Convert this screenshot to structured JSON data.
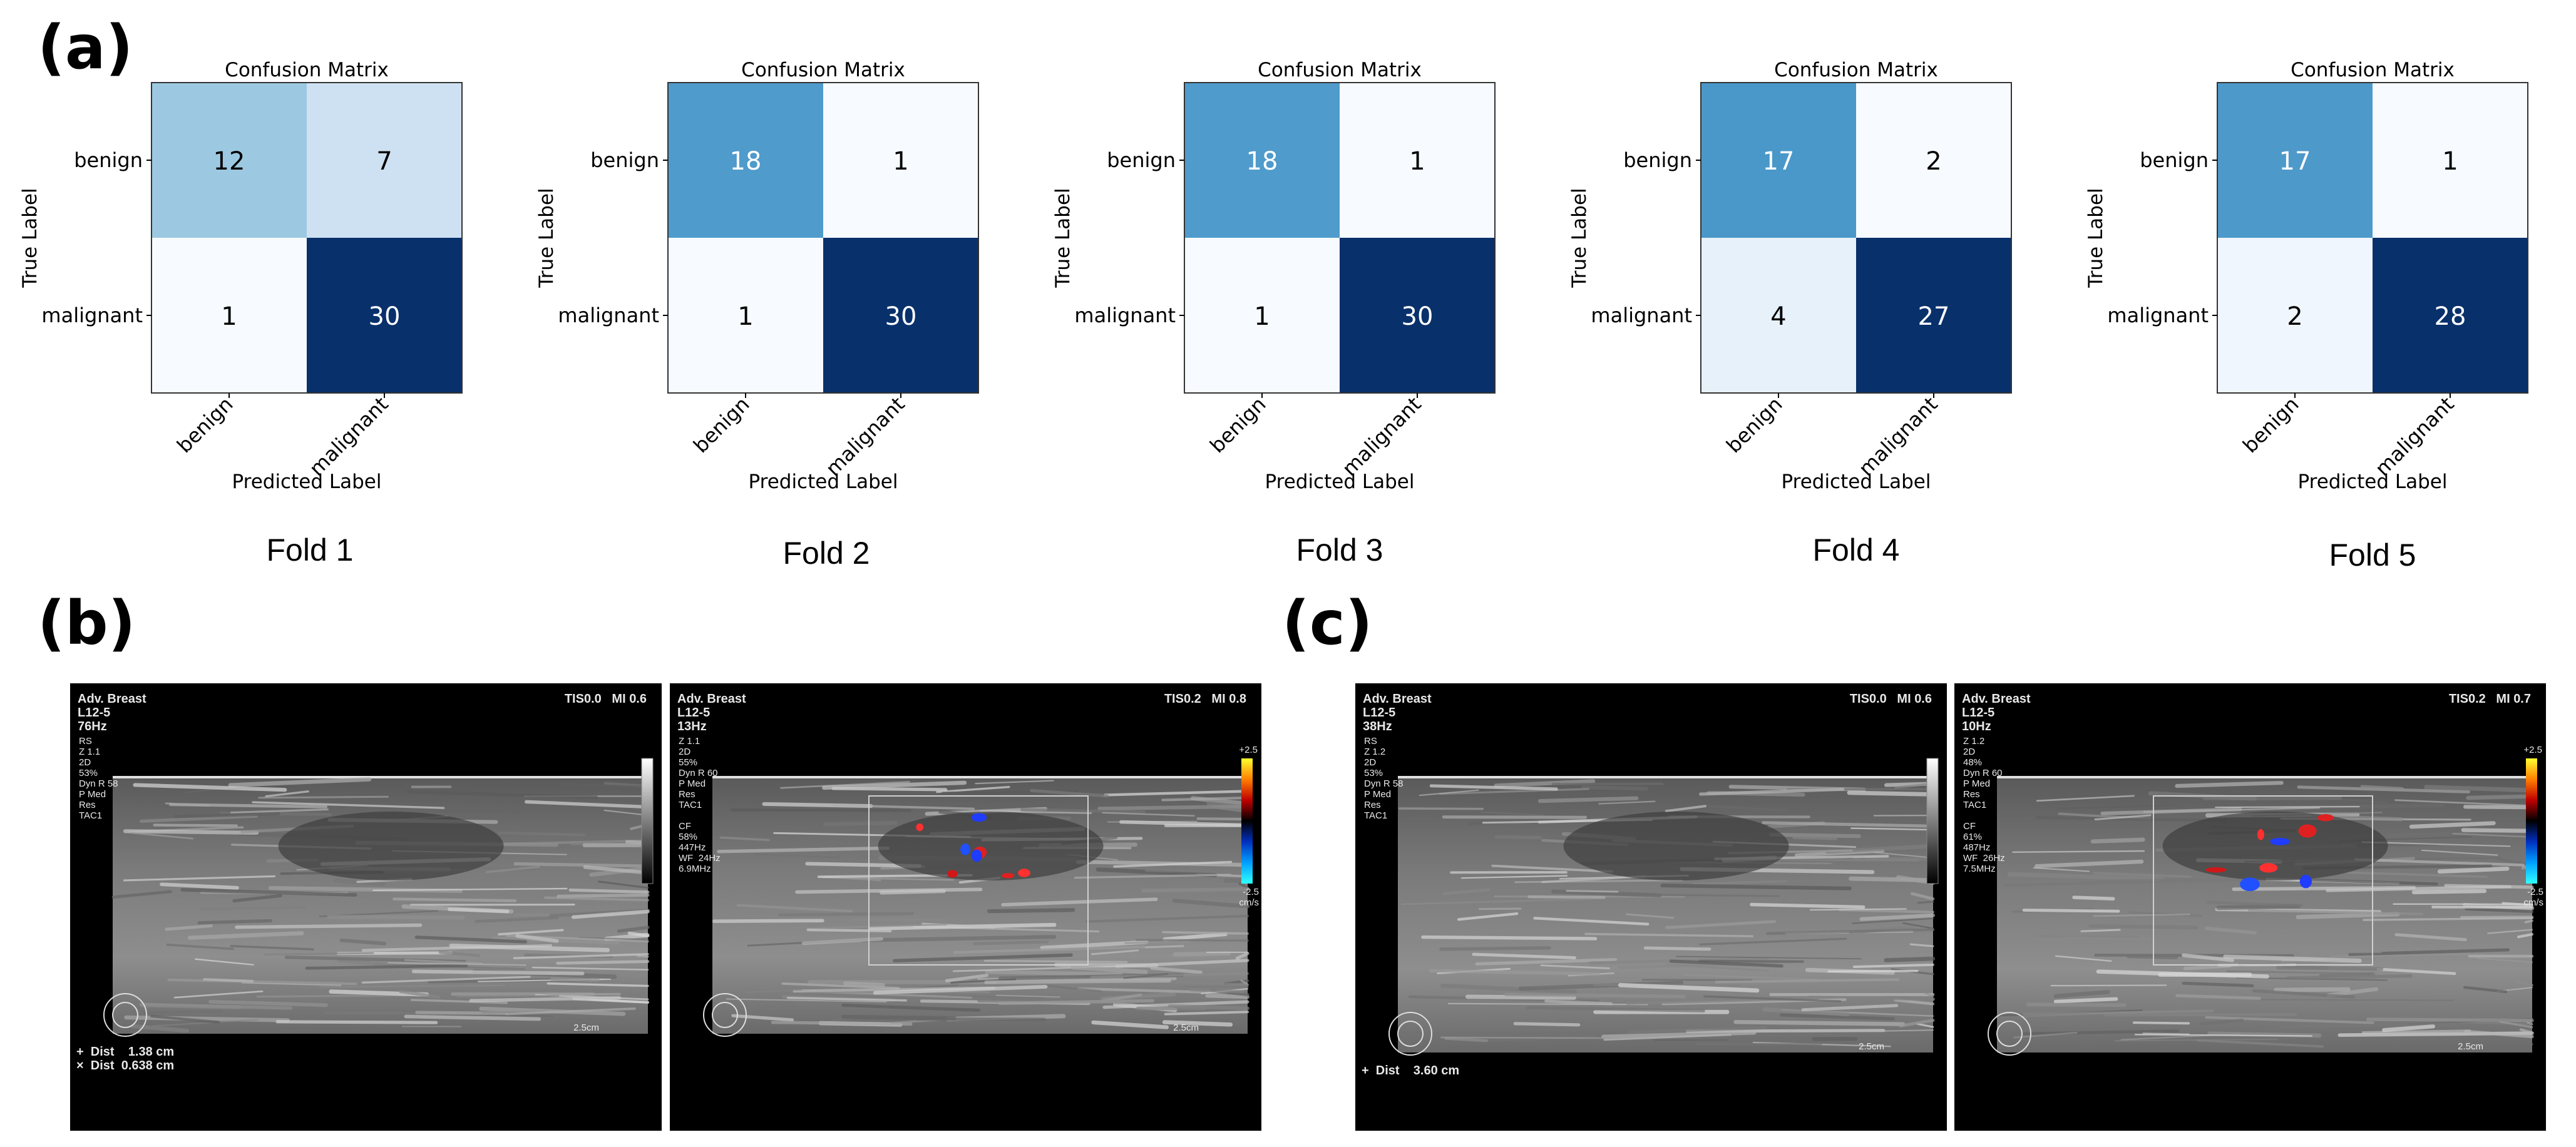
{
  "panels": {
    "a": "(a)",
    "b": "(b)",
    "c": "(c)"
  },
  "chart_data": [
    {
      "type": "heatmap",
      "title": "Confusion Matrix",
      "xlabel": "Predicted Label",
      "ylabel": "True Label",
      "x_categories": [
        "benign",
        "malignant"
      ],
      "y_categories": [
        "benign",
        "malignant"
      ],
      "values": [
        [
          12,
          7
        ],
        [
          1,
          30
        ]
      ],
      "caption": "Fold 1",
      "colormap": "Blues"
    },
    {
      "type": "heatmap",
      "title": "Confusion Matrix",
      "xlabel": "Predicted Label",
      "ylabel": "True Label",
      "x_categories": [
        "benign",
        "malignant"
      ],
      "y_categories": [
        "benign",
        "malignant"
      ],
      "values": [
        [
          18,
          1
        ],
        [
          1,
          30
        ]
      ],
      "caption": "Fold 2",
      "colormap": "Blues"
    },
    {
      "type": "heatmap",
      "title": "Confusion Matrix",
      "xlabel": "Predicted Label",
      "ylabel": "True Label",
      "x_categories": [
        "benign",
        "malignant"
      ],
      "y_categories": [
        "benign",
        "malignant"
      ],
      "values": [
        [
          18,
          1
        ],
        [
          1,
          30
        ]
      ],
      "caption": "Fold 3",
      "colormap": "Blues"
    },
    {
      "type": "heatmap",
      "title": "Confusion Matrix",
      "xlabel": "Predicted Label",
      "ylabel": "True Label",
      "x_categories": [
        "benign",
        "malignant"
      ],
      "y_categories": [
        "benign",
        "malignant"
      ],
      "values": [
        [
          17,
          2
        ],
        [
          4,
          27
        ]
      ],
      "caption": "Fold 4",
      "colormap": "Blues"
    },
    {
      "type": "heatmap",
      "title": "Confusion Matrix",
      "xlabel": "Predicted Label",
      "ylabel": "True Label",
      "x_categories": [
        "benign",
        "malignant"
      ],
      "y_categories": [
        "benign",
        "malignant"
      ],
      "values": [
        [
          17,
          1
        ],
        [
          2,
          28
        ]
      ],
      "caption": "Fold 5",
      "colormap": "Blues"
    }
  ],
  "ultrasound": [
    {
      "header_left": "Adv. Breast\nL12-5\n76Hz",
      "params": "RS\nZ 1.1\n2D\n53%\nDyn R 58\nP Med\nRes\nTAC1",
      "header_right": "TIS0.0   MI 0.6",
      "depth": "2.5cm",
      "measurements": "+  Dist    1.38 cm\n×  Dist  0.638 cm",
      "doppler": false
    },
    {
      "header_left": "Adv. Breast\nL12-5\n13Hz",
      "params": "Z 1.1\n2D\n55%\nDyn R 60\nP Med\nRes\nTAC1\n\nCF\n58%\n447Hz\nWF  24Hz\n6.9MHz",
      "header_right": "TIS0.2   MI 0.8",
      "depth": "2.5cm",
      "scale_top": "+2.5",
      "scale_bottom": "-2.5\ncm/s",
      "measurements": "",
      "doppler": true
    },
    {
      "header_left": "Adv. Breast\nL12-5\n38Hz",
      "params": "RS\nZ 1.2\n2D\n53%\nDyn R 58\nP Med\nRes\nTAC1",
      "header_right": "TIS0.0   MI 0.6",
      "depth": "2.5cm",
      "measurements": "+  Dist    3.60 cm",
      "doppler": false
    },
    {
      "header_left": "Adv. Breast\nL12-5\n10Hz",
      "params": "Z 1.2\n2D\n48%\nDyn R 60\nP Med\nRes\nTAC1\n\nCF\n61%\n487Hz\nWF  26Hz\n7.5MHz",
      "header_right": "TIS0.2   MI 0.7",
      "depth": "2.5cm",
      "scale_top": "+2.5",
      "scale_bottom": "-2.5\ncm/s",
      "measurements": "",
      "doppler": true
    }
  ]
}
